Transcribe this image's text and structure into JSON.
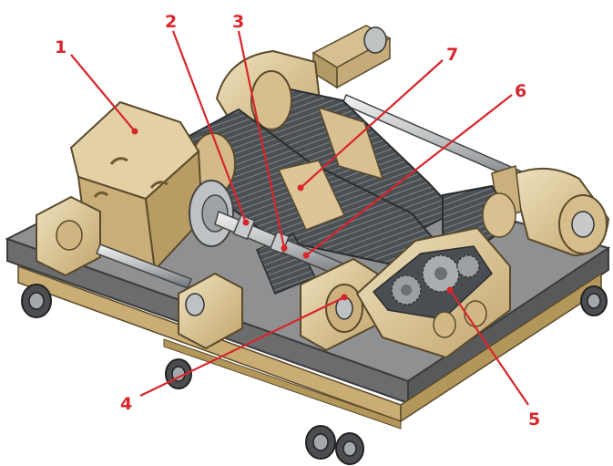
{
  "colors": {
    "callout": "#d8262b",
    "casing": "#d9c08f",
    "casing_dark": "#a88c55",
    "casing_light": "#ecdcb4",
    "platform": "#8d8e90",
    "platform_dark": "#5f6062",
    "drum_rope": "#3f4549",
    "shaft": "#c9cbcc"
  },
  "callouts": [
    {
      "id": "1",
      "label": "1"
    },
    {
      "id": "2",
      "label": "2"
    },
    {
      "id": "3",
      "label": "3"
    },
    {
      "id": "4",
      "label": "4"
    },
    {
      "id": "5",
      "label": "5"
    },
    {
      "id": "6",
      "label": "6"
    },
    {
      "id": "7",
      "label": "7"
    }
  ],
  "parts": {
    "main_motor": "motor",
    "front_drum": "rope-drum",
    "rear_drum": "rope-drum",
    "gearbox": "reducer-gearbox",
    "rear_motor": "motor",
    "platform": "base-frame"
  }
}
